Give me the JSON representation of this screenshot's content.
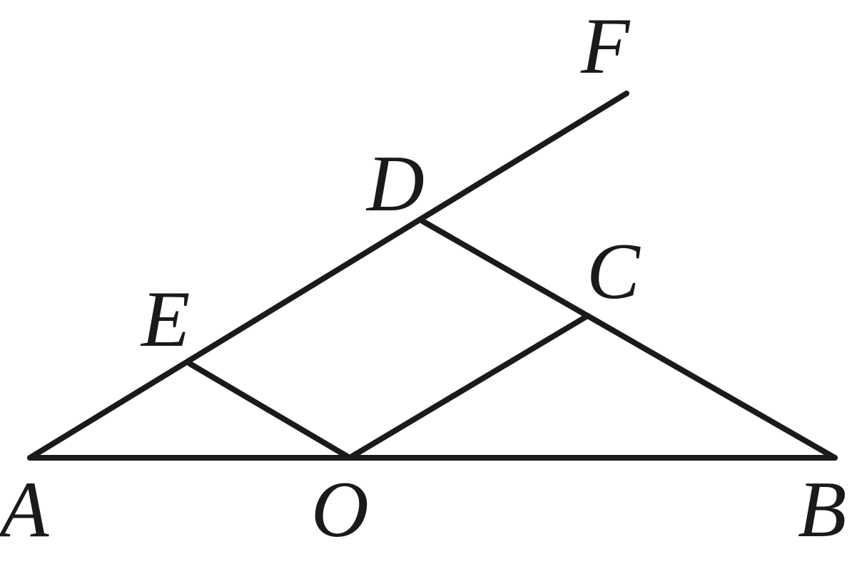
{
  "diagram": {
    "type": "geometry-figure",
    "points": [
      {
        "id": "A",
        "label": "A"
      },
      {
        "id": "O",
        "label": "O"
      },
      {
        "id": "B",
        "label": "B"
      },
      {
        "id": "E",
        "label": "E"
      },
      {
        "id": "D",
        "label": "D"
      },
      {
        "id": "C",
        "label": "C"
      },
      {
        "id": "F",
        "label": "F"
      }
    ],
    "segments": [
      [
        "A",
        "B"
      ],
      [
        "A",
        "F"
      ],
      [
        "D",
        "B"
      ],
      [
        "E",
        "O"
      ],
      [
        "O",
        "C"
      ]
    ],
    "stroke_color": "#1a1a1a"
  }
}
